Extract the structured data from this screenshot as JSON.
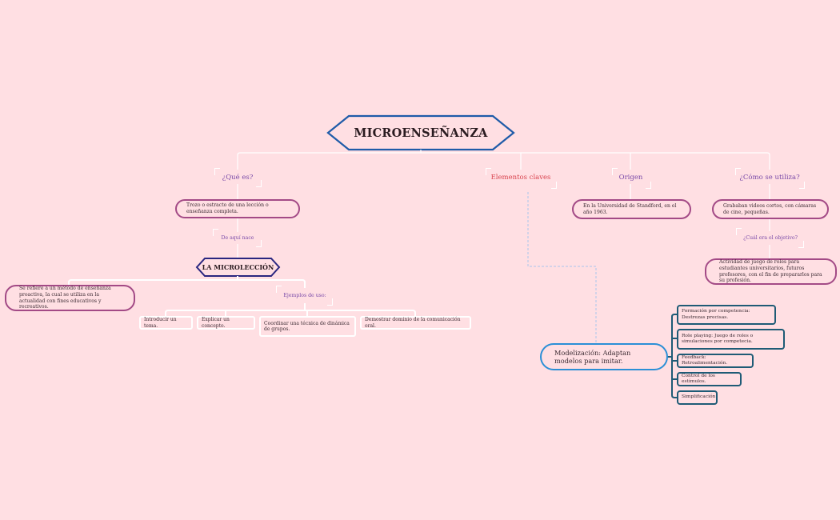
{
  "diagram": {
    "background": "#FFDFE3",
    "root": {
      "title": "MICROENSEÑANZA",
      "border_color": "#1f5ba8"
    },
    "branches": {
      "que_es": {
        "label": "¿Qué es?",
        "description": "Trozo o estracto de una lección o enseñanza completa.",
        "sub_topic": "De aquí nace",
        "microleccion": {
          "title": "LA MICROLECCIÓN",
          "definition": "Se refiere a un método de enseñanza proactiva, la cual se utiliza en la actualidad con fines educativos y recreativos.",
          "examples_label": "Ejemplos de uso:",
          "examples": [
            "Introducir un tema.",
            "Explicar un concepto.",
            "Coordinar una técnica de dinámica de grupos.",
            "Demostrar dominio de la comunicación oral."
          ]
        }
      },
      "elementos_claves": {
        "label": "Elementos claves",
        "main": "Modelización: Adaptan modelos para imitar.",
        "items": [
          "Formación por competencia: Destrezas precisas.",
          "Role playing: Juego de roles o simulaciones por competecia.",
          "Feedback: Retroalimentación.",
          "Control de los estímulos.",
          "Simplificación"
        ]
      },
      "origen": {
        "label": "Origen",
        "description": "En la Universidad de Standford, en el año 1963."
      },
      "como_se_utiliza": {
        "label": "¿Cómo se utiliza?",
        "description": "Grababan videos cortos, con cámaras de cine, pequeñas.",
        "sub_topic": "¿Cuál era el objetivo?",
        "objective": "Actividad de juego de roles para estudiantes universitarios, futuros profesores, con el fin de prepararlos para su profesión."
      }
    },
    "colors": {
      "topic_purple": "#7a4aa8",
      "topic_red": "#d9434e",
      "pill_border": "#a34a86",
      "blue_pill": "#2b8fd6",
      "teal_box": "#1f5b76",
      "sub_hex": "#2a2680",
      "lines": "#ffffff",
      "dashed": "#a8c4ee"
    }
  }
}
